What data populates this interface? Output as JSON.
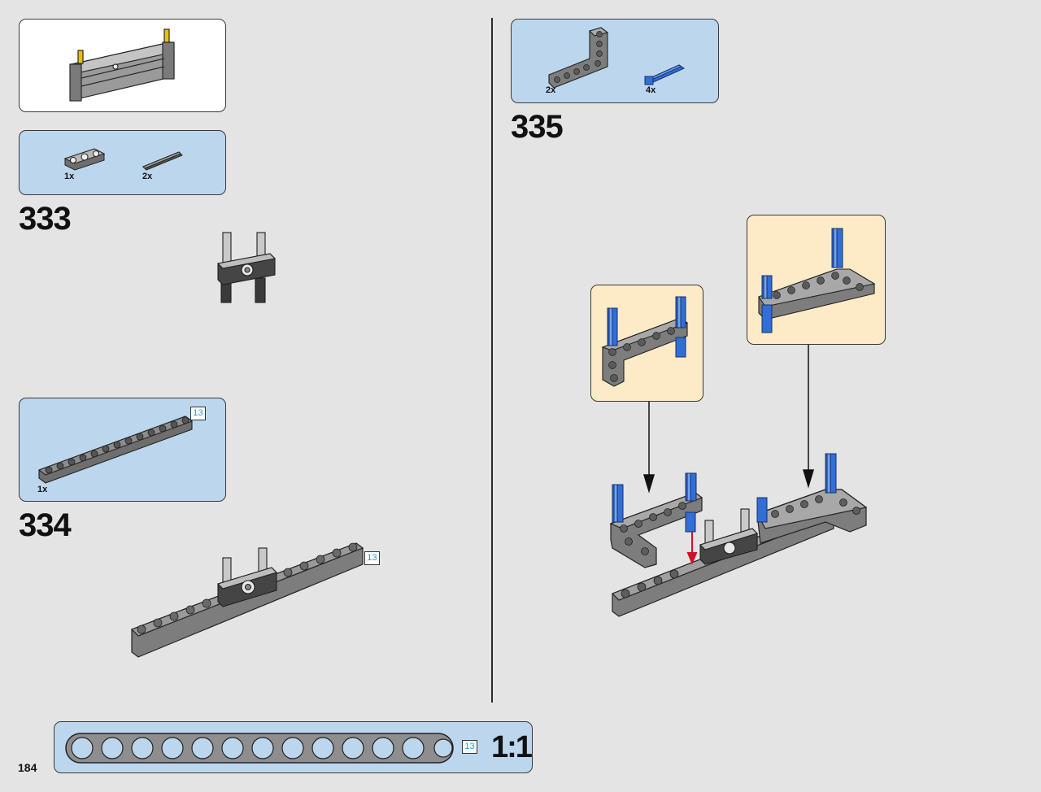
{
  "page": {
    "number": "184"
  },
  "steps": {
    "step333": {
      "number": "333",
      "parts": [
        {
          "qty": "1x",
          "icon": "connector-part-icon"
        },
        {
          "qty": "2x",
          "icon": "axle-part-icon"
        }
      ]
    },
    "step334": {
      "number": "334",
      "parts": [
        {
          "qty": "1x",
          "icon": "beam-13-part-icon"
        }
      ],
      "part_length": "13",
      "assembly_length": "13"
    },
    "step335": {
      "number": "335",
      "parts": [
        {
          "qty": "2x",
          "icon": "l-beam-part-icon"
        },
        {
          "qty": "4x",
          "icon": "blue-pin-part-icon"
        }
      ]
    }
  },
  "scale": {
    "length": "13",
    "ratio": "1:1"
  },
  "colors": {
    "background": "#e4e4e4",
    "parts_panel": "#bcd6ee",
    "callout_panel": "#fdebc7",
    "beam_gray": "#8e8e8e",
    "pin_blue": "#2f6fd6",
    "arrow_red": "#d0102a",
    "length_badge_text": "#2a9bd6"
  }
}
